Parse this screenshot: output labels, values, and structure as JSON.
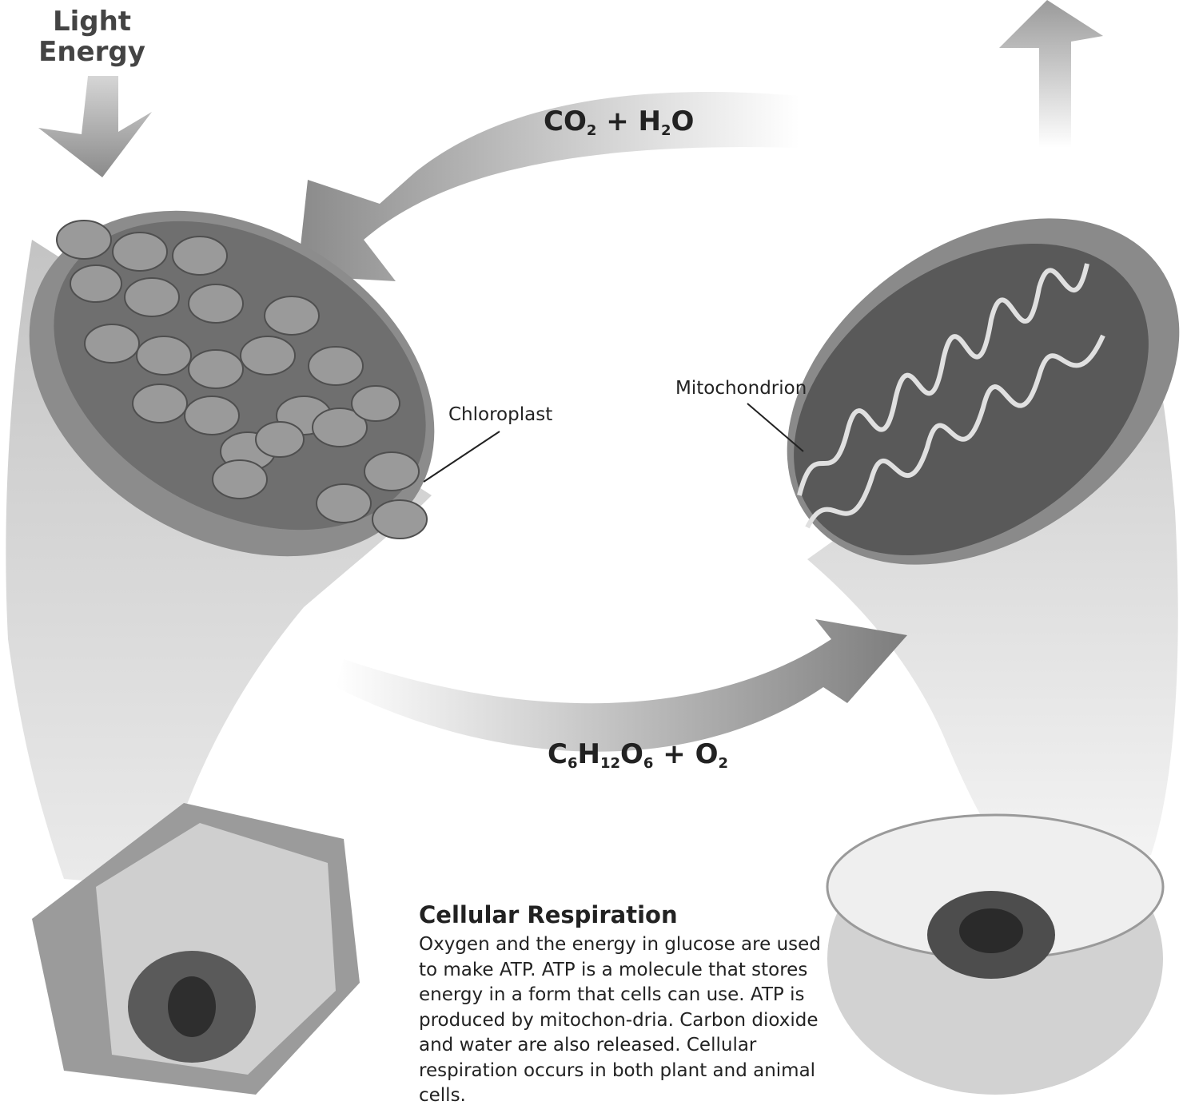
{
  "diagram": {
    "light_energy_label": "Light Energy",
    "top_formula": {
      "parts": [
        "CO",
        "2",
        " + H",
        "2",
        "O"
      ]
    },
    "bottom_formula": {
      "parts": [
        "C",
        "6",
        "H",
        "12",
        "O",
        "6",
        " + O",
        "2"
      ]
    },
    "chloroplast_label": "Chloroplast",
    "mitochondrion_label": "Mitochondrion"
  },
  "caption": {
    "title": "Cellular Respiration",
    "body": "Oxygen and the energy in glucose are used to make ATP. ATP is a molecule that stores energy in a form that cells can use. ATP is produced by mitochon-dria. Carbon dioxide and water are also released. Cellular respiration occurs in both plant and animal cells."
  }
}
